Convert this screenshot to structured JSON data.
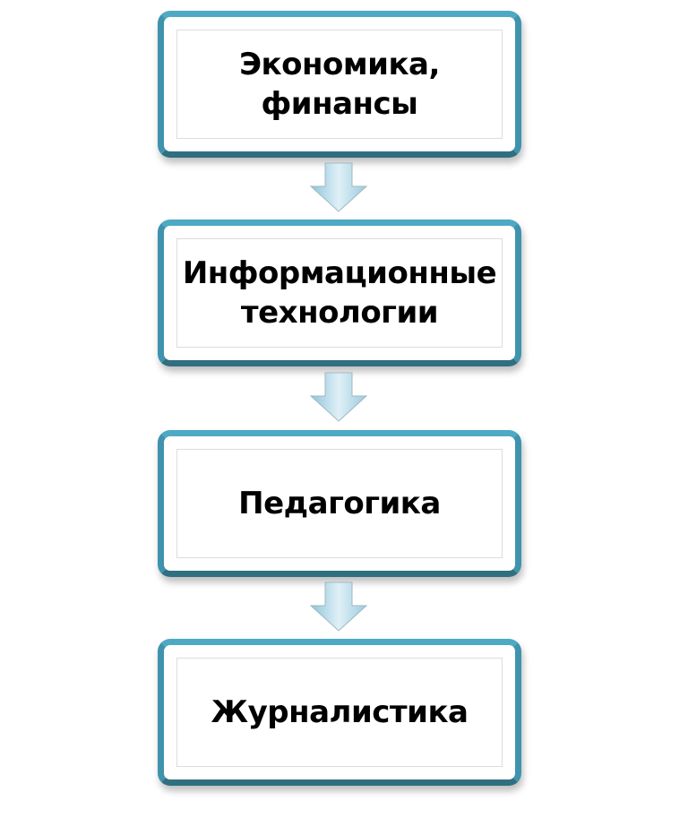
{
  "diagram": {
    "steps": [
      {
        "line1": "Экономика,",
        "line2": "финансы"
      },
      {
        "line1": "Информационные",
        "line2": "технологии"
      },
      {
        "line1": "Педагогика",
        "line2": ""
      },
      {
        "line1": "Журналистика",
        "line2": ""
      }
    ],
    "colors": {
      "border": "#3f93ad",
      "arrow": "#b9dcea"
    }
  }
}
